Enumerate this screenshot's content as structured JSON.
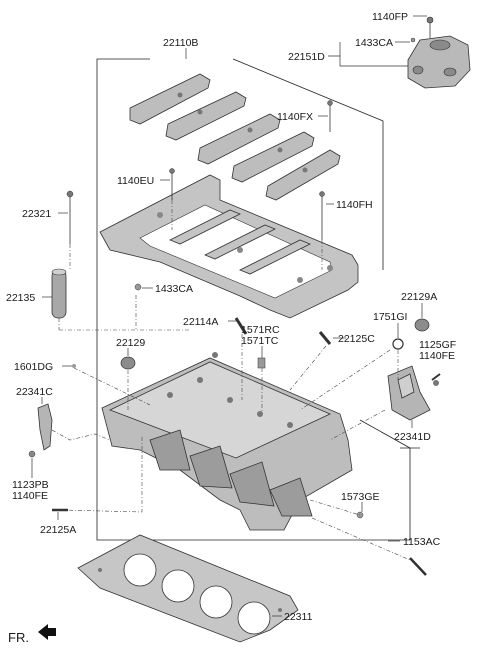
{
  "labels": {
    "l_1140FP": "1140FP",
    "l_1433CA_top": "1433CA",
    "l_22151D": "22151D",
    "l_22110B": "22110B",
    "l_1140FX": "1140FX",
    "l_1140EU": "1140EU",
    "l_22321": "22321",
    "l_1140FH": "1140FH",
    "l_22135": "22135",
    "l_1433CA_mid": "1433CA",
    "l_22129A": "22129A",
    "l_1751GI": "1751GI",
    "l_22114A": "22114A",
    "l_1571RC": "1571RC",
    "l_1571TC": "1571TC",
    "l_22125C": "22125C",
    "l_22129": "22129",
    "l_1125GF": "1125GF",
    "l_1140FE_r": "1140FE",
    "l_1601DG": "1601DG",
    "l_22341C": "22341C",
    "l_22341D": "22341D",
    "l_1123PB": "1123PB",
    "l_1140FE_l": "1140FE",
    "l_1573GE": "1573GE",
    "l_22125A": "22125A",
    "l_1153AC": "1153AC",
    "l_22311": "22311",
    "l_FR": "FR."
  }
}
